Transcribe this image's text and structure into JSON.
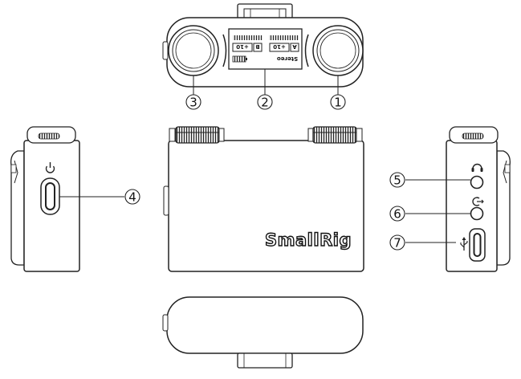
{
  "callouts": [
    {
      "id": "1",
      "label": "1"
    },
    {
      "id": "2",
      "label": "2"
    },
    {
      "id": "3",
      "label": "3"
    },
    {
      "id": "4",
      "label": "4"
    },
    {
      "id": "5",
      "label": "5"
    },
    {
      "id": "6",
      "label": "6"
    },
    {
      "id": "7",
      "label": "7"
    }
  ],
  "display": {
    "channel_a": "A",
    "channel_b": "B",
    "gain_a": "+10",
    "gain_b": "+10",
    "mode": "Stereo"
  },
  "brand": "SmallRig",
  "icons": {
    "power": "power-icon",
    "headphone": "headphone-icon",
    "audio_out": "audio-out-icon",
    "usb": "usb-icon"
  }
}
